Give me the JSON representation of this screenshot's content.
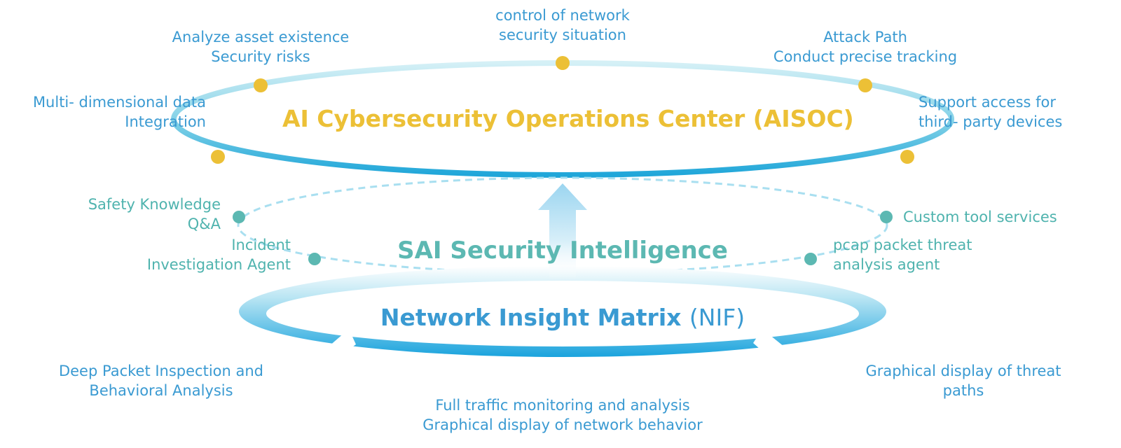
{
  "colors": {
    "aisoc_accent": "#ecc036",
    "sai_accent": "#5cb8b2",
    "nif_accent": "#3a9ad2",
    "label_blue": "#3a9ad2",
    "label_teal": "#4fb3ae"
  },
  "aisoc": {
    "title": "AI Cybersecurity Operations Center (AISOC)",
    "features": {
      "control": {
        "line1": "control of network",
        "line2": "security situation"
      },
      "asset": {
        "line1": "Analyze asset existence",
        "line2": "Security risks"
      },
      "attack": {
        "line1": "Attack Path",
        "line2": "Conduct precise tracking"
      },
      "data": {
        "line1": "Multi- dimensional data",
        "line2": "Integration"
      },
      "access": {
        "line1": "Support access for",
        "line2": "third- party devices"
      }
    }
  },
  "sai": {
    "title": "SAI Security Intelligence",
    "features": {
      "knowledge": {
        "line1": "Safety Knowledge",
        "line2": "Q&A"
      },
      "incident": {
        "line1": "Incident",
        "line2": "Investigation Agent"
      },
      "tools": {
        "line1": "Custom tool services"
      },
      "pcap": {
        "line1": "pcap packet threat",
        "line2": "analysis agent"
      }
    }
  },
  "nif": {
    "title_main": "Network Insight Matrix",
    "title_suffix": "(NIF)",
    "features": {
      "dpi": {
        "line1": "Deep Packet Inspection and",
        "line2": "Behavioral Analysis"
      },
      "traffic": {
        "line1": "Full traffic monitoring and analysis",
        "line2": "Graphical display of network behavior"
      },
      "threat": {
        "line1": "Graphical display of threat",
        "line2": "paths"
      }
    }
  }
}
